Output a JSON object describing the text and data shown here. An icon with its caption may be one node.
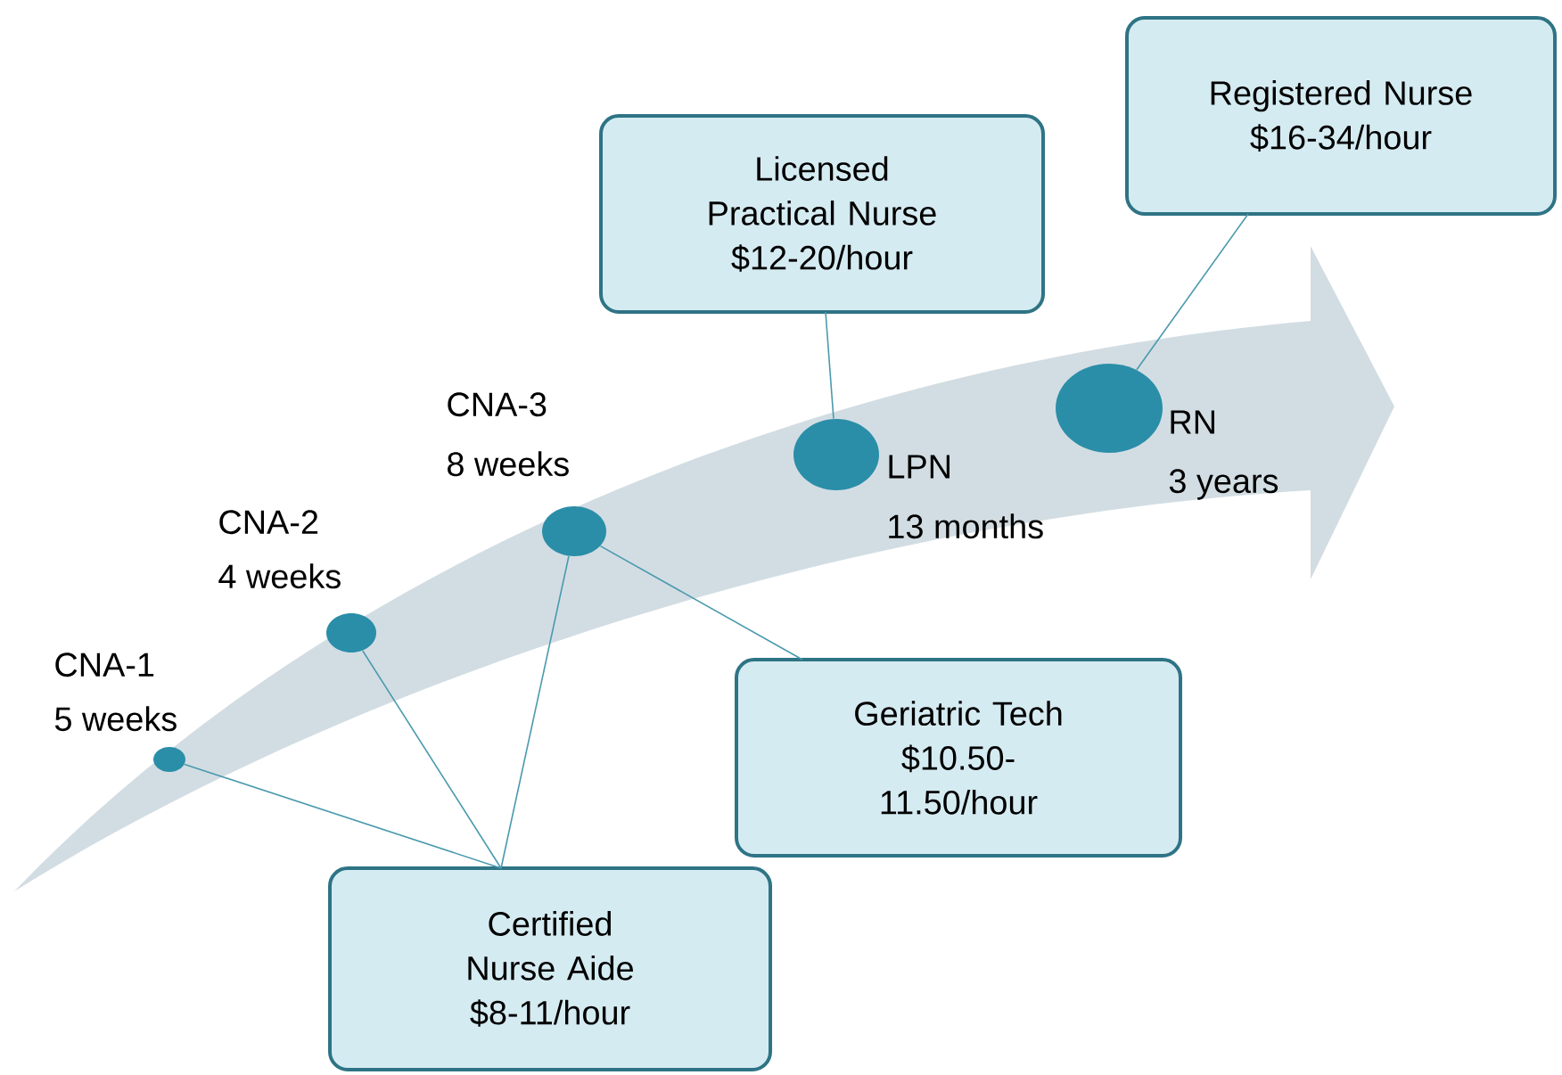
{
  "diagram": {
    "nodes": [
      {
        "text": [
          "Licensed Practical Nurse",
          "$12-20/hour"
        ]
      },
      {
        "text": [
          "Registered Nurse",
          "$16-34/hour"
        ]
      },
      {
        "text": [],
        "shape": "circle",
        "beside": [
          "CNA-1",
          "5 weeks"
        ]
      },
      {
        "text": [],
        "shape": "circle",
        "beside": [
          "CNA-2",
          "4 weeks"
        ]
      },
      {
        "text": [],
        "shape": "circle",
        "beside": [
          "CNA-3",
          "8 weeks"
        ]
      },
      {
        "text": [],
        "shape": "circle",
        "beside": [
          "LPN",
          "13 months"
        ]
      },
      {
        "text": [],
        "shape": "circle",
        "beside": [
          "RN",
          "3 years"
        ]
      },
      {
        "text": [
          "Geriatric Tech",
          "$10.50-11.50/hour"
        ]
      },
      {
        "text": [
          "Certified Nurse Aide",
          "$8-11/hour"
        ]
      }
    ],
    "edges": [
      {
        "from": 0,
        "to": 5,
        "arrow": "none"
      },
      {
        "from": 1,
        "to": 6,
        "arrow": "none"
      },
      {
        "from": 7,
        "to": 4,
        "arrow": "none"
      },
      {
        "from": 8,
        "to": 2,
        "arrow": "none"
      },
      {
        "from": 8,
        "to": 3,
        "arrow": "none"
      },
      {
        "from": 8,
        "to": 4,
        "arrow": "none"
      }
    ]
  }
}
